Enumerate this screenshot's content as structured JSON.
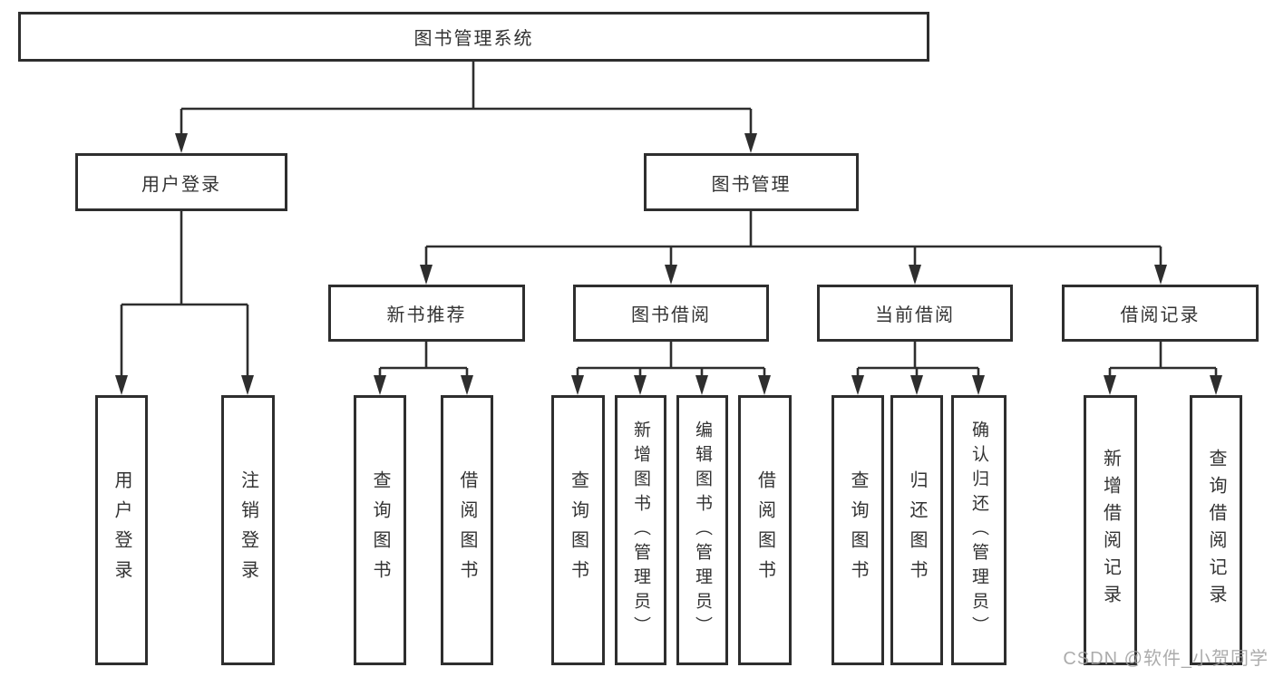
{
  "tree": {
    "root": "图书管理系统",
    "l2": [
      "用户登录",
      "图书管理"
    ],
    "l3": [
      "新书推荐",
      "图书借阅",
      "当前借阅",
      "借阅记录"
    ],
    "leaves": {
      "user_login": [
        "用户登录",
        "注销登录"
      ],
      "new_books": [
        "查询图书",
        "借阅图书"
      ],
      "book_borrow": [
        "查询图书",
        "新增图书（管理员）",
        "编辑图书（管理员）",
        "借阅图书"
      ],
      "current_borrow": [
        "查询图书",
        "归还图书",
        "确认归还（管理员）"
      ],
      "borrow_records": [
        "新增借阅记录",
        "查询借阅记录"
      ]
    }
  },
  "watermark": "CSDN @软件_小贺同学",
  "colors": {
    "line": "#2e2e2e",
    "text": "#333333",
    "background": "#ffffff",
    "watermark": "#9e9e9e"
  }
}
